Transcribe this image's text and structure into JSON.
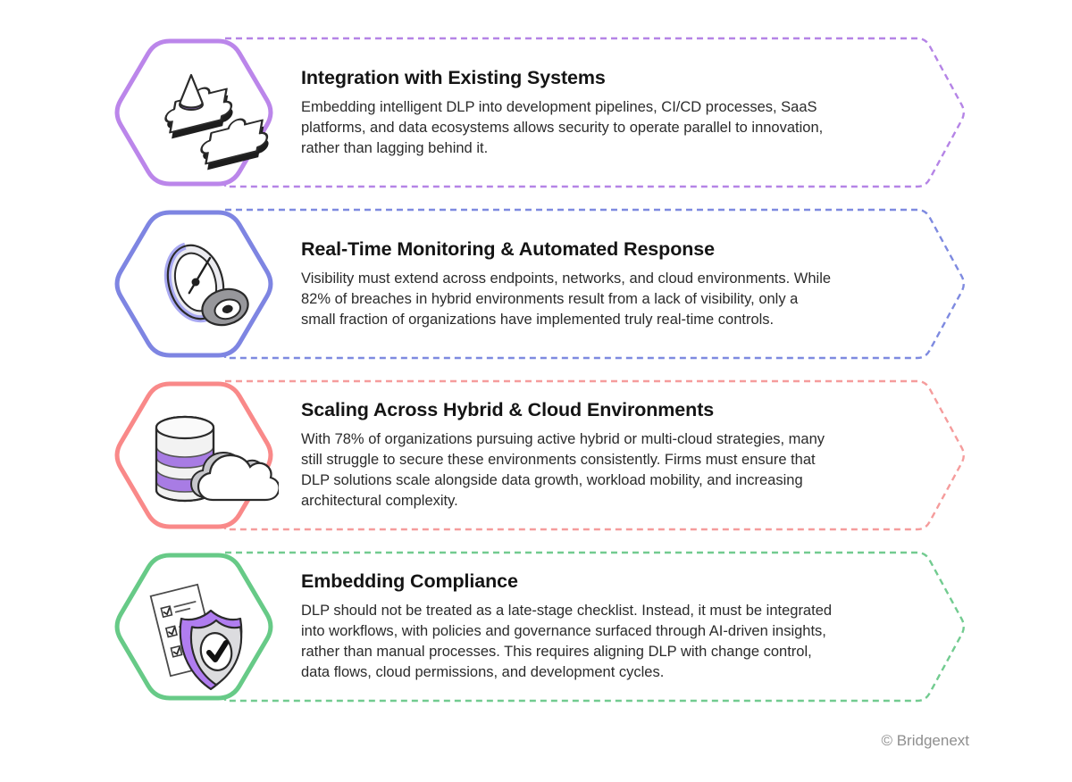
{
  "palette": {
    "icon_purple": "#a87ce4",
    "gauge_rim": "#a9a9f2",
    "shield_purple": "#b07df0"
  },
  "footer": {
    "credit": "© Bridgenext"
  },
  "sections": [
    {
      "title": "Integration with Existing Systems",
      "icon": "puzzle-pieces-icon",
      "accent": "#bb86ea",
      "dash": "#b584e6",
      "body_lines": [
        "Embedding intelligent DLP into development pipelines, CI/CD processes, SaaS",
        "platforms, and data ecosystems allows security to operate parallel to innovation,",
        "rather than lagging behind it."
      ]
    },
    {
      "title": "Real-Time Monitoring & Automated Response",
      "icon": "gauge-icon",
      "accent": "#7e85e2",
      "dash": "#7e8ae0",
      "body_lines": [
        "Visibility must extend across endpoints, networks, and cloud environments. While",
        "82% of breaches in hybrid environments result from a lack of visibility, only a",
        "small fraction of organizations have implemented truly real-time controls."
      ]
    },
    {
      "title": "Scaling Across Hybrid & Cloud Environments",
      "icon": "database-cloud-icon",
      "accent": "#f98989",
      "dash": "#f59c9c",
      "body_lines": [
        "With 78% of organizations pursuing active hybrid or multi-cloud strategies, many",
        "still struggle to secure these environments consistently. Firms must ensure that",
        "DLP solutions scale alongside data growth, workload mobility, and increasing",
        "architectural complexity."
      ]
    },
    {
      "title": "Embedding Compliance",
      "icon": "checklist-shield-icon",
      "accent": "#67ca87",
      "dash": "#72cb90",
      "body_lines": [
        "DLP should not be treated as a late-stage checklist. Instead, it must be integrated",
        "into workflows, with policies and governance surfaced through AI-driven insights,",
        "rather than manual processes. This requires aligning DLP with change control,",
        "data flows, cloud permissions, and development cycles."
      ]
    }
  ]
}
